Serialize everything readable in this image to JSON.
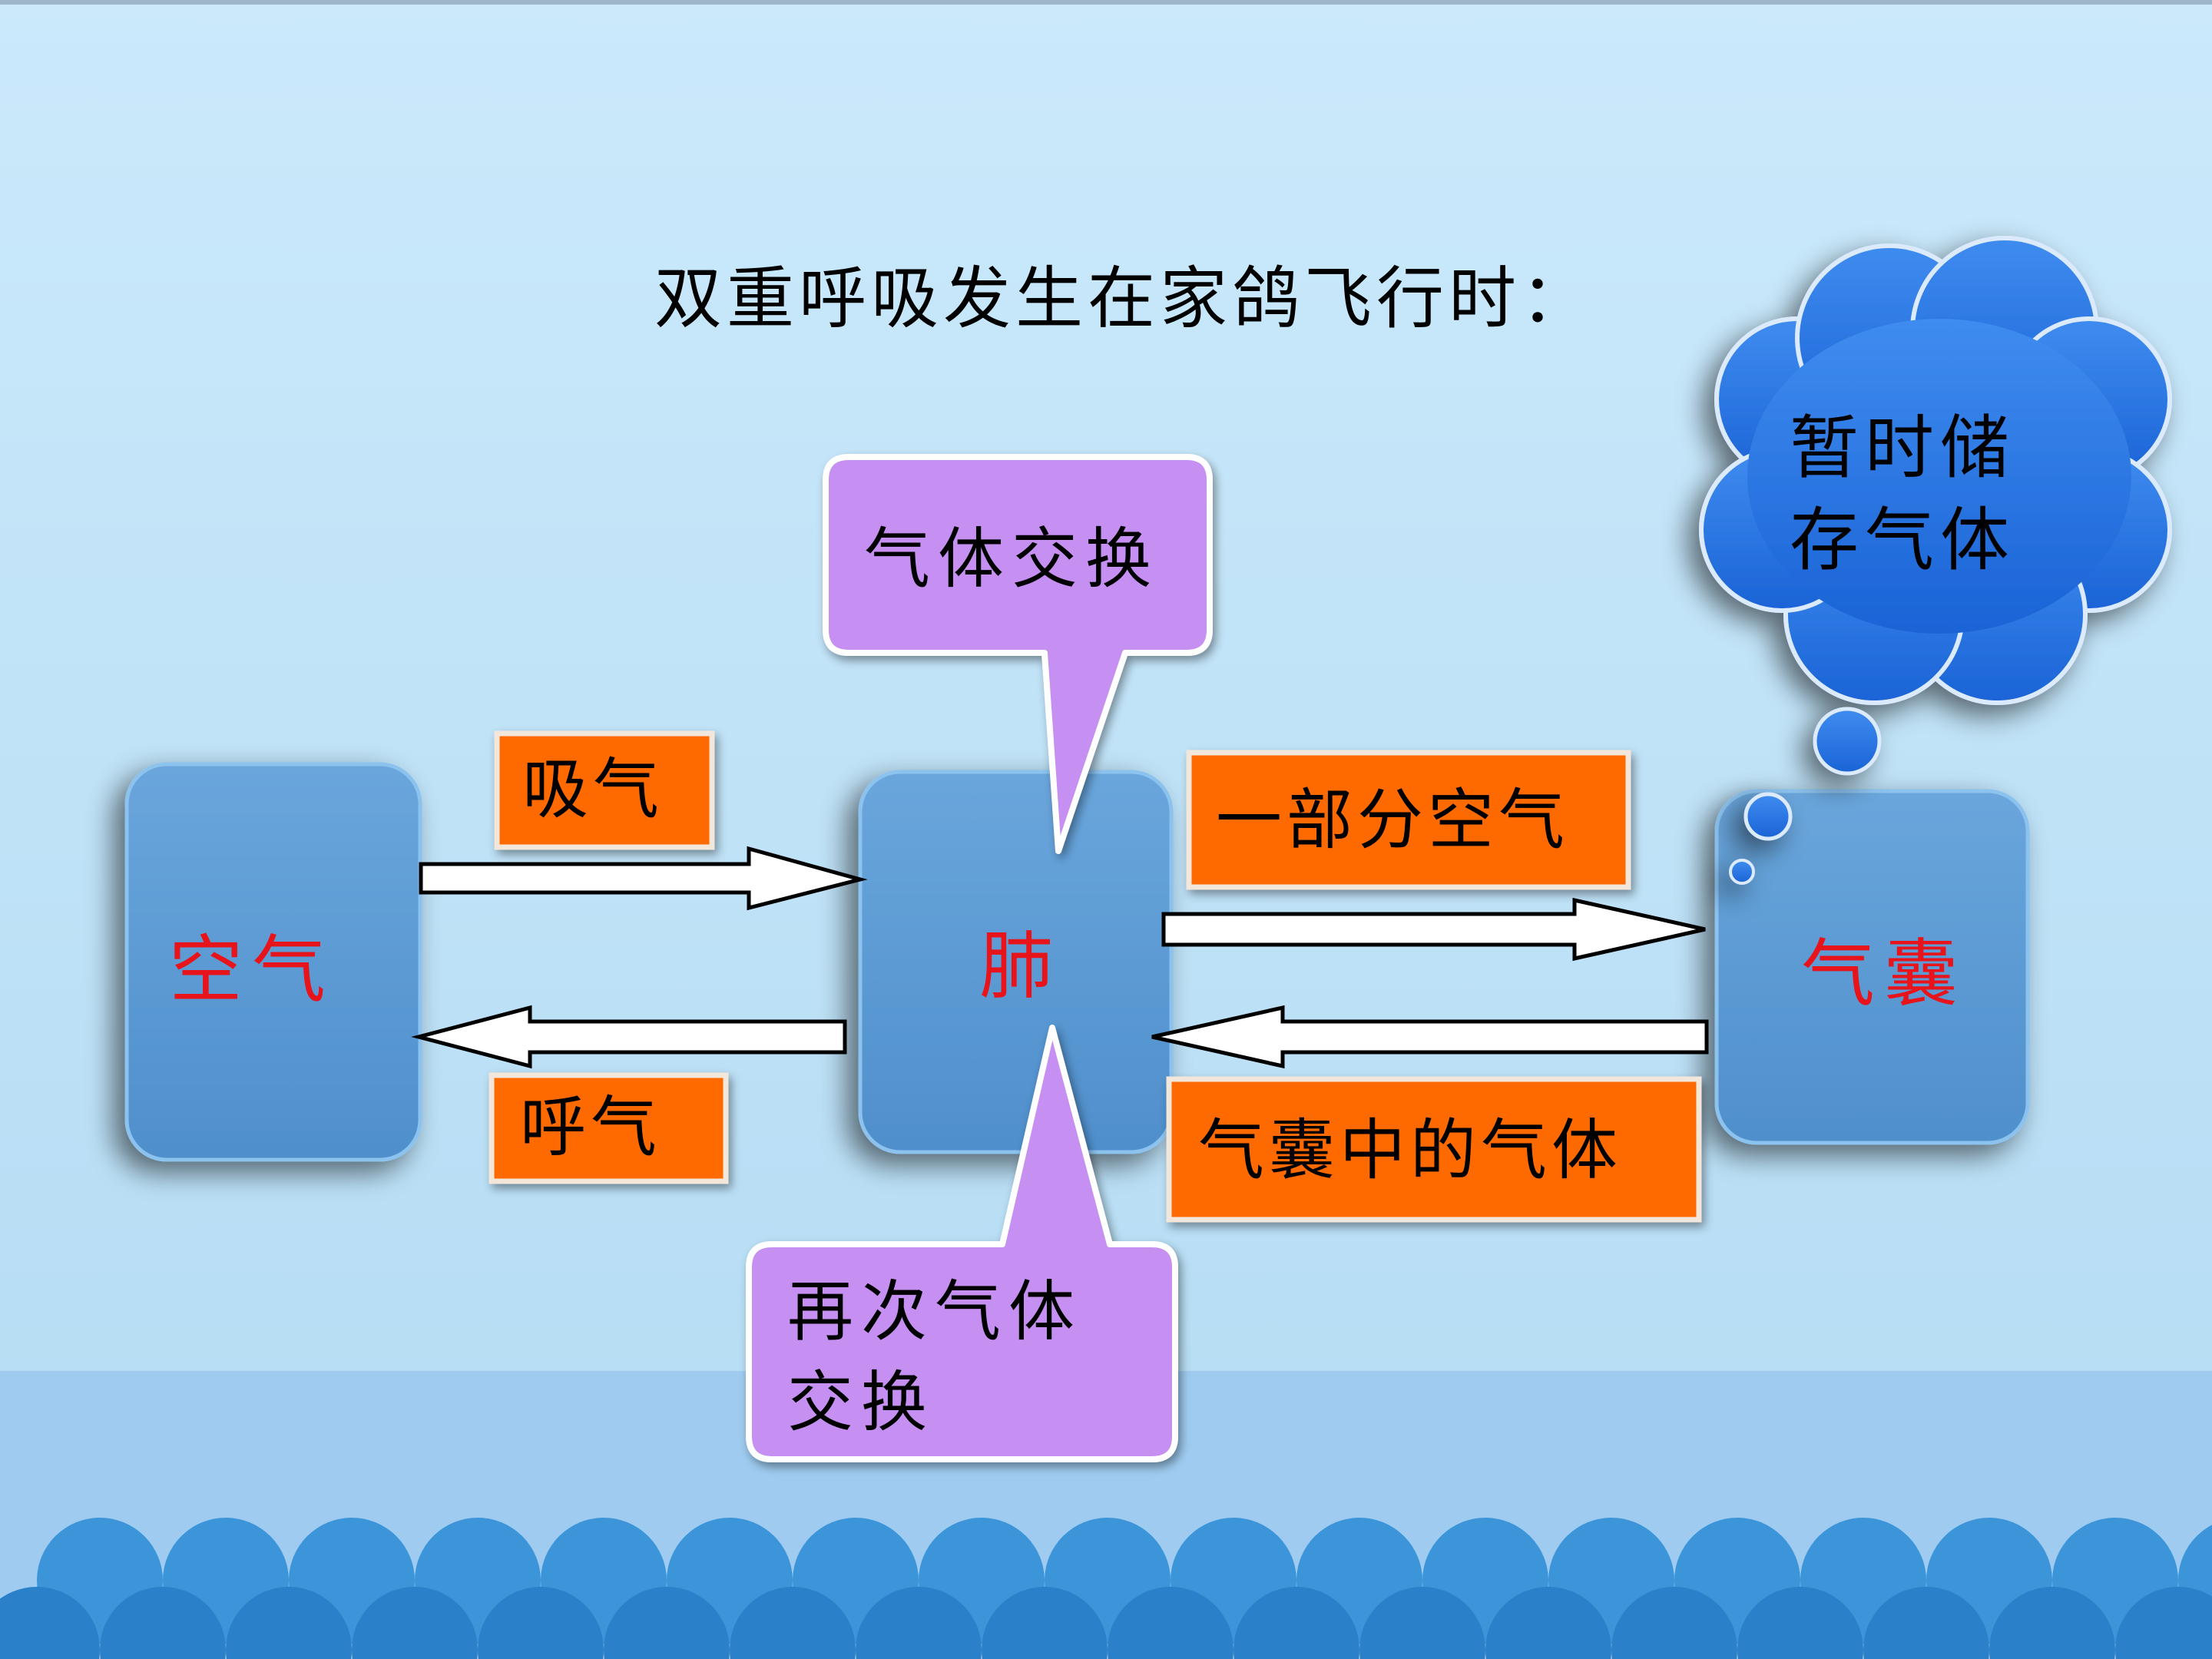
{
  "title": "双重呼吸发生在家鸽飞行时：",
  "nodes": {
    "air": "空气",
    "lung": "肺",
    "air_sac": "气囊"
  },
  "tags": {
    "inhale": "吸气",
    "exhale": "呼气",
    "part_air": "一部分空气",
    "sac_gas": "气囊中的气体"
  },
  "callouts": {
    "gas_exchange": "气体交换",
    "second_exchange_line1": "再次气体",
    "second_exchange_line2": "交换"
  },
  "cloud": {
    "line1": "暂时储",
    "line2": "存气体"
  },
  "colors": {
    "background": "#c8e6f7",
    "node_fill": "#5b9bd5",
    "tag_fill": "#ff6a00",
    "callout_fill": "#c690f3",
    "cloud_fill": "#1f78e8",
    "node_text": "#e8141c",
    "wave": "#2f8cd2"
  }
}
